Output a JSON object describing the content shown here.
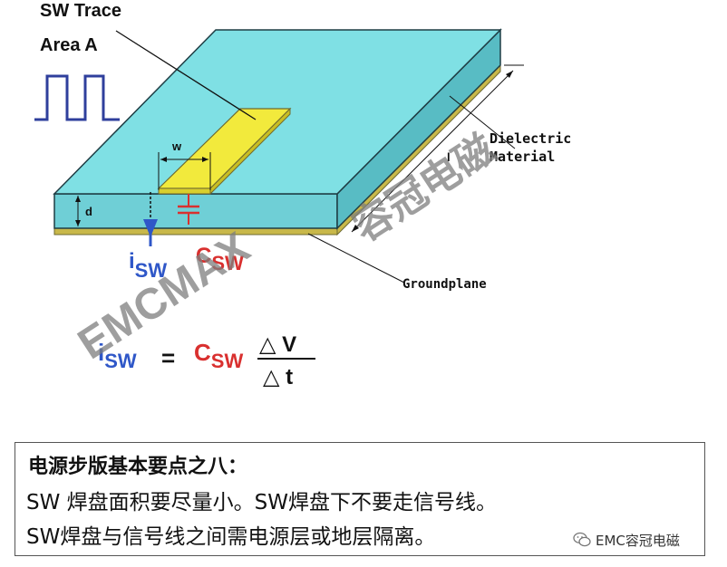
{
  "labels": {
    "sw_trace": "SW Trace",
    "area_a": "Area A",
    "w": "w",
    "d": "d",
    "l": "l",
    "dielectric_1": "Dielectric",
    "dielectric_2": "Material",
    "groundplane": "Groundplane",
    "i": "i",
    "i_sub": "SW",
    "c": "C",
    "c_sub": "SW"
  },
  "formula": {
    "lhs": "i",
    "lhs_sub": "SW",
    "equals": "=",
    "c": "C",
    "c_sub": "SW",
    "numerator": "△ V",
    "denominator": "△ t"
  },
  "watermarks": {
    "emcmax": "EMCMAX",
    "chinese": "容冠电磁"
  },
  "caption": {
    "title": "电源步版基本要点之八：",
    "line1": "SW 焊盘面积要尽量小。SW焊盘下不要走信号线。",
    "line2": "SW焊盘与信号线之间需电源层或地层隔离。"
  },
  "source_badge": {
    "icon": "wechat-icon",
    "text": "EMC容冠电磁"
  },
  "colors": {
    "board_top": "#7fe0e4",
    "board_front": "#6fcfd6",
    "trace": "#f2ea3c",
    "ground": "#c8b84a",
    "label_blue": "#2f57c8",
    "label_red": "#d9302f"
  }
}
